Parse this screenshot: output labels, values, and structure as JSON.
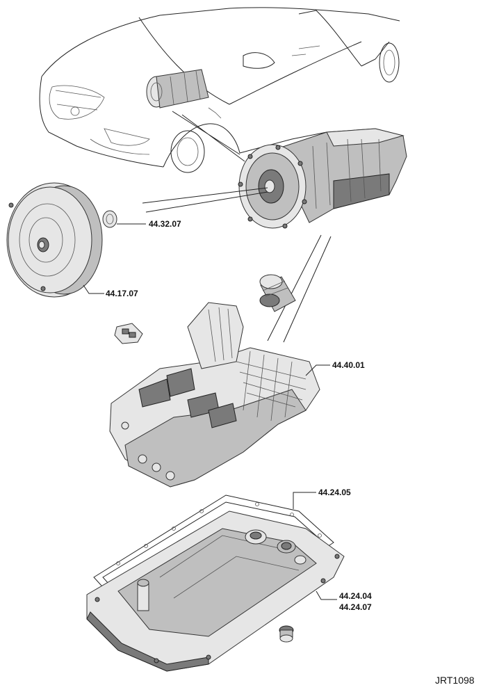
{
  "callouts": {
    "seal": "44.32.07",
    "torque_converter": "44.17.07",
    "valve_body": "44.40.01",
    "pan_gasket": "44.24.05",
    "oil_pan_a": "44.24.04",
    "oil_pan_b": "44.24.07"
  },
  "reference_code": "JRT1098"
}
